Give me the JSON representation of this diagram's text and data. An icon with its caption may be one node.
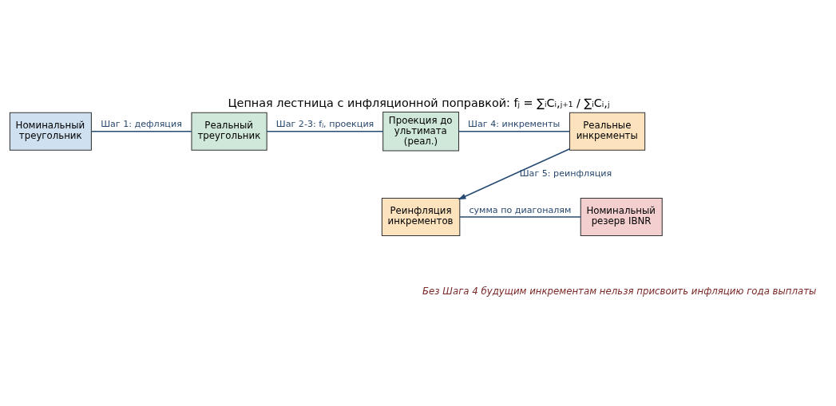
{
  "diagram": {
    "title": "Цепная лестница с инфляционной поправкой: fⱼ = ∑ᵢCᵢ,ⱼ₊₁ / ∑ᵢCᵢ,ⱼ",
    "nodes": [
      {
        "text": [
          "Номинальный треугольник"
        ]
      },
      {
        "text": [
          "Реальный треугольник"
        ]
      },
      {
        "text": [
          "Проекция до ультимата (реал.)"
        ]
      },
      {
        "text": [
          "Реальные инкременты"
        ]
      },
      {
        "text": [
          "Реинфляция инкрементов"
        ]
      },
      {
        "text": [
          "Номинальный резерв IBNR"
        ]
      }
    ],
    "edges": [
      {
        "from": 0,
        "to": 1,
        "arrow": "none",
        "label": "Шаг 1: дефляция"
      },
      {
        "from": 1,
        "to": 2,
        "arrow": "none",
        "label": "Шаг 2-3: fⱼ, проекция"
      },
      {
        "from": 2,
        "to": 3,
        "arrow": "none",
        "label": "Шаг 4: инкременты"
      },
      {
        "from": 3,
        "to": 4,
        "arrow": "to",
        "label": "Шаг 5: реинфляция"
      },
      {
        "from": 4,
        "to": 5,
        "arrow": "none",
        "label": "сумма по диагоналям"
      }
    ],
    "labels": [
      "Без Шага 4 будущим инкрементам нельзя присвоить инфляцию года выплаты"
    ]
  }
}
